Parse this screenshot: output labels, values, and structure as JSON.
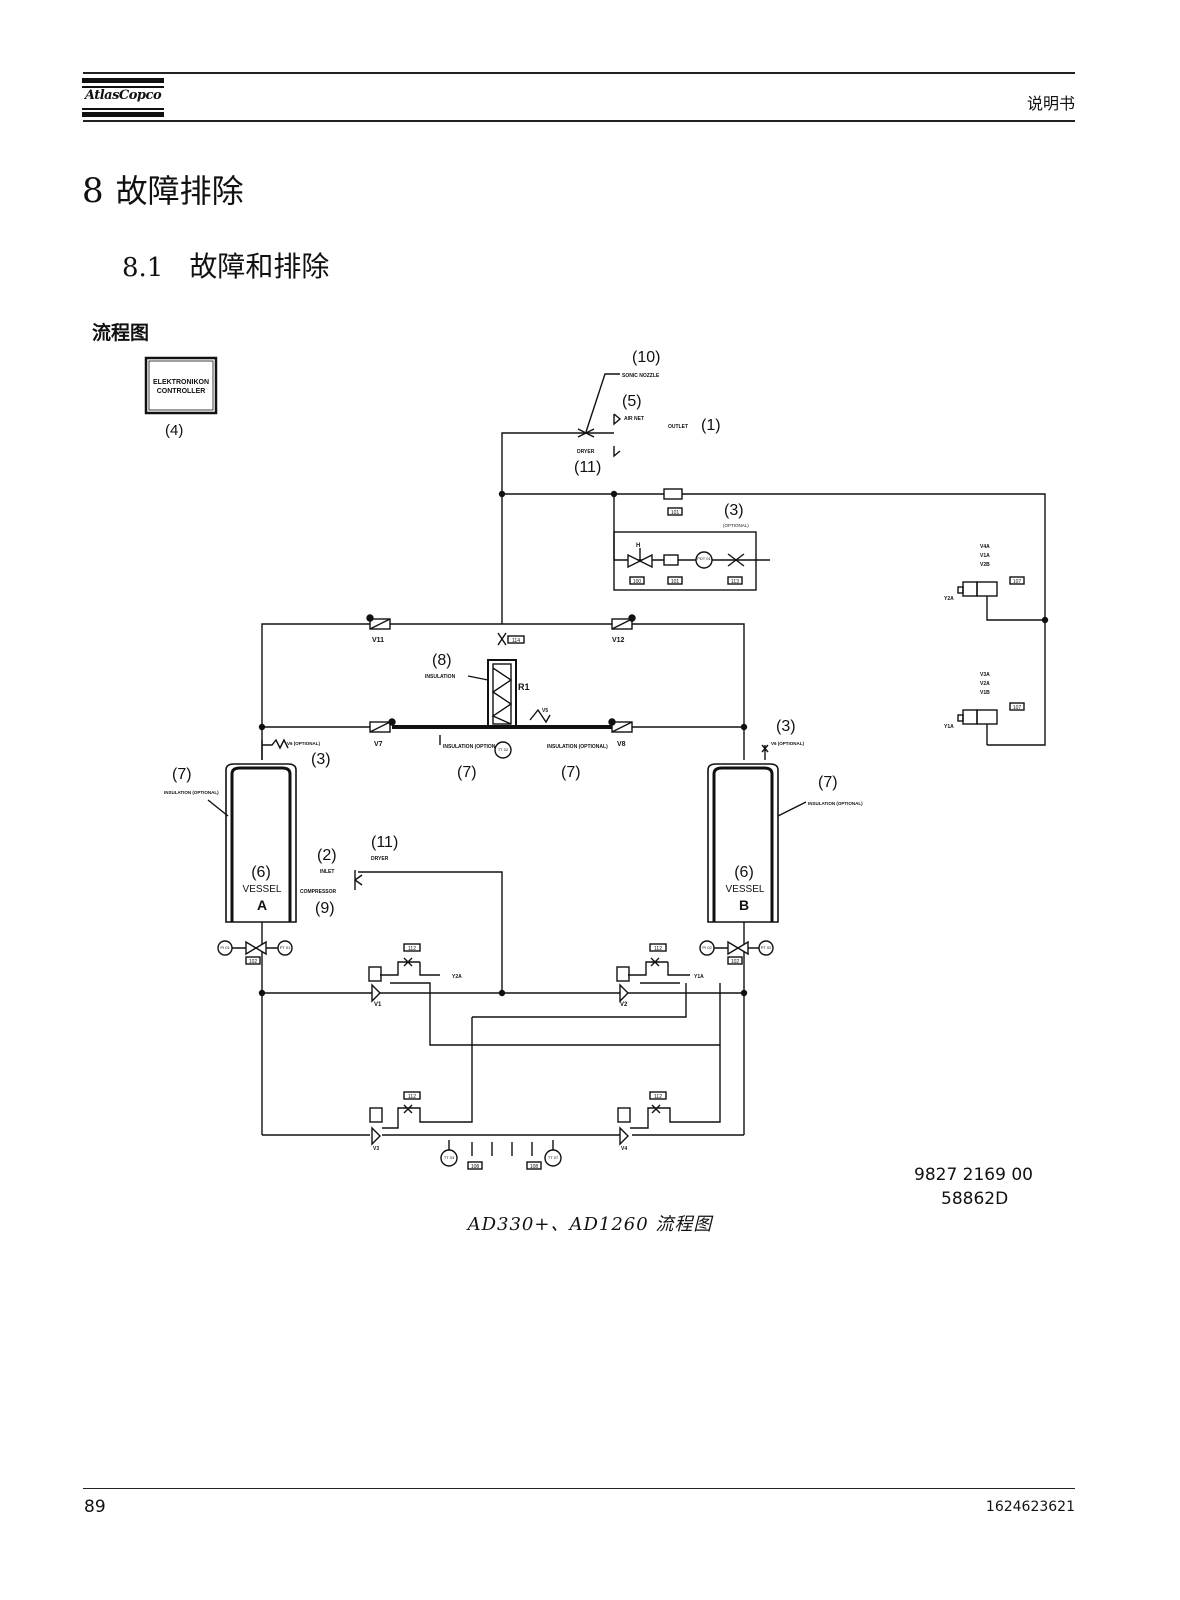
{
  "header": {
    "logo_text": "AtlasCopco",
    "manual_label": "说明书"
  },
  "chapter": {
    "number": "8",
    "title": "故障排除"
  },
  "section": {
    "number": "8.1",
    "title": "故障和排除"
  },
  "subsection_title": "流程图",
  "diagram": {
    "controller_line1": "ELEKTRONIKON",
    "controller_line2": "CONTROLLER",
    "ref_4": "(4)",
    "ref_10": "(10)",
    "sonic_nozzle": "SONIC NOZZLE",
    "ref_5": "(5)",
    "air_net": "AIR NET",
    "outlet": "OUTLET",
    "ref_1": "(1)",
    "dryer_top": "DRYER",
    "ref_11_top": "(11)",
    "ref_3_opt": "(3)",
    "optional_small": "(OPTIONAL)",
    "tag_101a": "101",
    "tag_100": "100",
    "tag_101b": "101",
    "tag_113": "113",
    "pdt01": "PDT 01",
    "h_mark": "H",
    "valve_stack_top": [
      "V4A",
      "V1A",
      "V2B"
    ],
    "valve_stack_bottom": [
      "V3A",
      "V2A",
      "V1B"
    ],
    "y2a_label": "Y2A",
    "y1a_label": "Y1A",
    "tag_107a": "107",
    "tag_107b": "107",
    "v11": "V11",
    "v12": "V12",
    "tag_114": "114",
    "ref_8": "(8)",
    "insulation": "INSULATION",
    "r1": "R1",
    "v5": "V5",
    "v7": "V7",
    "v8": "V8",
    "insulation_optional": "INSULATION (OPTIONAL)",
    "tt02": "TT 02",
    "ref_7_mid_left": "(7)",
    "ref_7_mid_right": "(7)",
    "v6_optional": "V6 (OPTIONAL)",
    "ref_3_left": "(3)",
    "v6_optional_right": "V6 (OPTIONAL)",
    "ref_3_right": "(3)",
    "ref_7_left": "(7)",
    "ref_7_right": "(7)",
    "ref_6_a": "(6)",
    "vessel_a": "VESSEL",
    "vessel_a_letter": "A",
    "ref_6_b": "(6)",
    "vessel_b": "VESSEL",
    "vessel_b_letter": "B",
    "ref_11_mid": "(11)",
    "dryer_mid": "DRYER",
    "ref_2": "(2)",
    "inlet": "INLET",
    "compressor": "COMPRESSOR",
    "ref_9": "(9)",
    "pi01": "PI 01",
    "pt01": "PT 01",
    "pi02": "PI 02",
    "pt02": "PT 02",
    "tag_102a": "102",
    "tag_102b": "102",
    "tag_112a": "112",
    "tag_112b": "112",
    "tag_112c": "112",
    "tag_112d": "112",
    "v1": "V1",
    "v2": "V2",
    "v3": "V3",
    "v4": "V4",
    "y2a_bottom": "Y2A",
    "y1a_bottom": "Y1A",
    "tt03": "TT 03",
    "tt07": "TT 07",
    "tag_108a": "108",
    "tag_108b": "108"
  },
  "figure_numbers": [
    "9827 2169 00",
    "58862D"
  ],
  "caption": "AD330+、AD1260 流程图",
  "footer": {
    "page_number": "89",
    "document_number": "1624623621"
  }
}
